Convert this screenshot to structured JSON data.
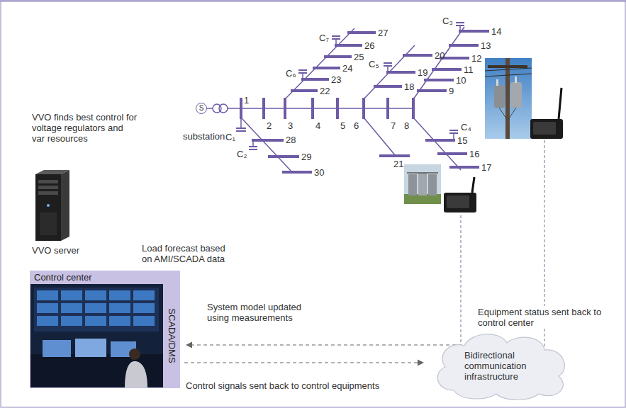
{
  "diagram": {
    "nodes": [
      {
        "text": [
          "S",
          "substation"
        ]
      },
      {
        "text": [
          "VVO server"
        ]
      },
      {
        "text": [
          "Control center",
          "SCADA/DMS"
        ]
      },
      {
        "text": [
          "Bidirectional communication infrastructure"
        ]
      }
    ],
    "edges": [
      {
        "from": 3,
        "to": 2,
        "arrow": "to",
        "label": "System model updated using measurements"
      },
      {
        "from": 2,
        "to": 3,
        "arrow": "to",
        "label": "Control signals sent back to control equipments"
      }
    ],
    "labels": [
      "VVO finds best control for voltage regulators and var resources",
      "Load forecast based on AMI/SCADA data",
      "Equipment status sent back to control center",
      "1",
      "2",
      "3",
      "4",
      "5",
      "6",
      "7",
      "8",
      "9",
      "10",
      "11",
      "12",
      "13",
      "14",
      "15",
      "16",
      "17",
      "18",
      "19",
      "20",
      "21",
      "22",
      "23",
      "24",
      "25",
      "26",
      "27",
      "28",
      "29",
      "30",
      "C₁",
      "C₂",
      "C₃",
      "C₄",
      "C₅",
      "C₆",
      "C₇"
    ]
  }
}
